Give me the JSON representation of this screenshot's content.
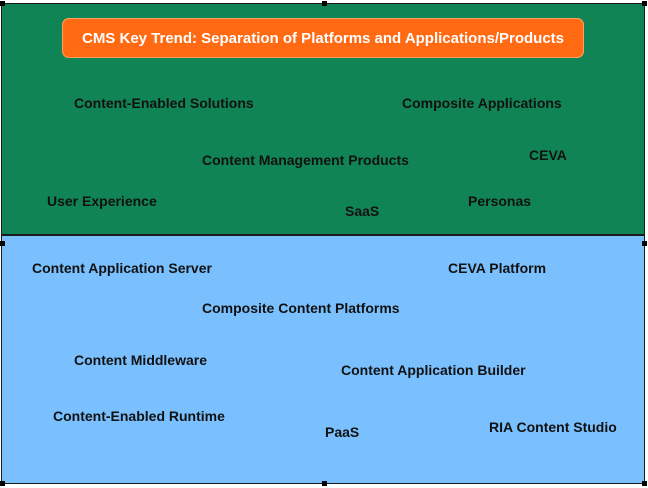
{
  "banner": {
    "title": "CMS Key Trend: Separation of Platforms and Applications/Products"
  },
  "top_terms": [
    "Content-Enabled Solutions",
    "Composite Applications",
    "Content Management Products",
    "CEVA",
    "User Experience",
    "SaaS",
    "Personas"
  ],
  "bottom_terms": [
    "Content Application Server",
    "CEVA Platform",
    "Composite Content Platforms",
    "Content Middleware",
    "Content Application Builder",
    "Content-Enabled Runtime",
    "PaaS",
    "RIA Content Studio"
  ],
  "colors": {
    "top_panel": "#108454",
    "bottom_panel": "#7ac0ff",
    "banner": "#ff6a13"
  }
}
